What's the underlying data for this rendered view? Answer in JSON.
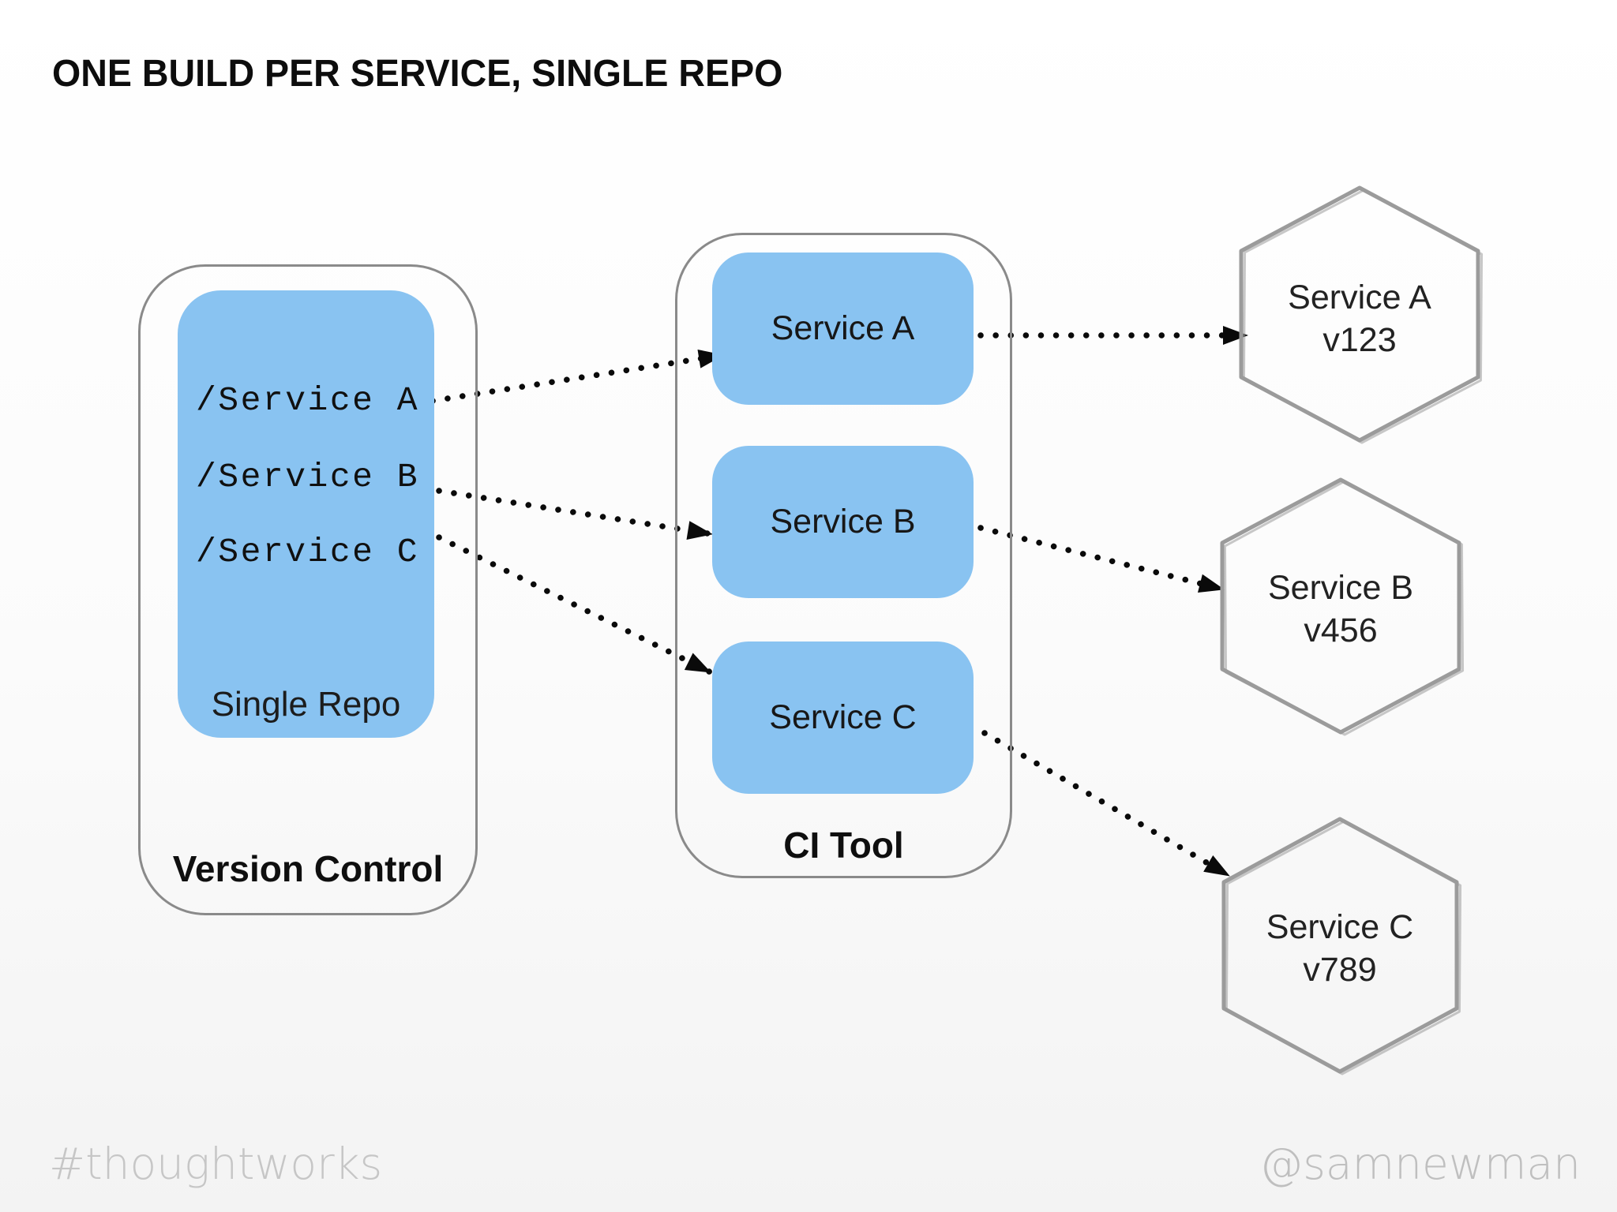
{
  "title": "ONE BUILD PER SERVICE, SINGLE REPO",
  "version_control": {
    "label": "Version Control",
    "repo_label": "Single Repo",
    "paths": [
      "/Service A",
      "/Service B",
      "/Service C"
    ]
  },
  "ci_tool": {
    "label": "CI Tool",
    "builds": [
      "Service A",
      "Service B",
      "Service C"
    ]
  },
  "artifacts": [
    {
      "name": "Service A",
      "version": "v123"
    },
    {
      "name": "Service B",
      "version": "v456"
    },
    {
      "name": "Service C",
      "version": "v789"
    }
  ],
  "footer": {
    "left": "#thoughtworks",
    "right": "@samnewman"
  },
  "colors": {
    "box-fill": "#89C3F1",
    "box-border": "#8A8A8A",
    "hex-border": "#9B9B9B",
    "arrow": "#0A0A0A",
    "title-color": "#0D0D0D",
    "muted": "#C6C6C6"
  }
}
